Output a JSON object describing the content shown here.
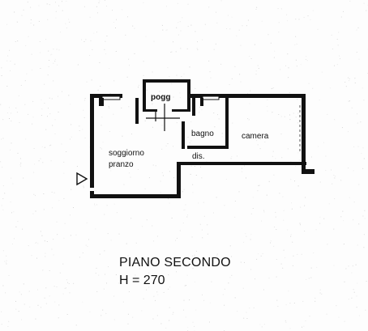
{
  "plan": {
    "rooms": {
      "pogg": "pogg",
      "bagno": "bagno",
      "camera": "camera",
      "soggiorno": "soggiorno",
      "pranzo": "pranzo",
      "dis": "dis."
    },
    "floor_title": "PIANO SECONDO",
    "height_label": "H = 270"
  },
  "colors": {
    "wall": "#111111",
    "paper": "#fdfdfd",
    "speckle": "#c8c8c8"
  }
}
